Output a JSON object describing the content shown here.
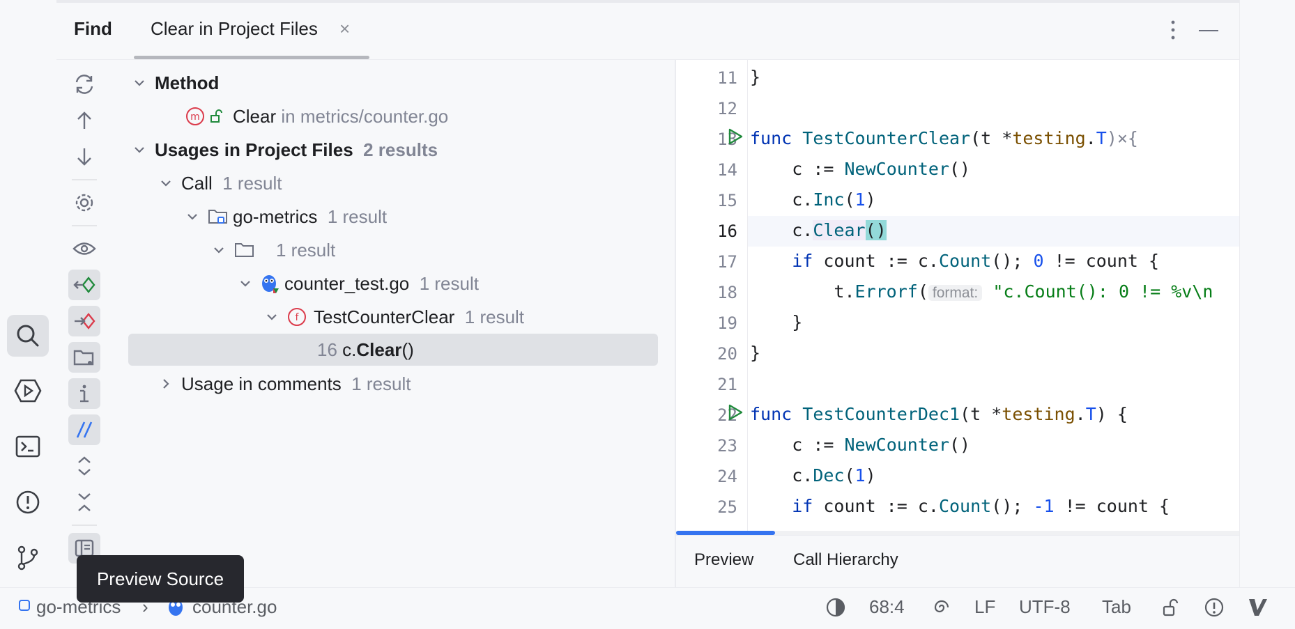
{
  "header": {
    "panel_label": "Find",
    "tab_title": "Clear in Project Files",
    "tab_close": "×"
  },
  "tree": {
    "method_group": "Method",
    "method_name": "Clear",
    "method_location": "in metrics/counter.go",
    "usages_group": "Usages in Project Files",
    "usages_count": "2 results",
    "call_label": "Call",
    "call_count": "1 result",
    "module_name": "go-metrics",
    "module_count": "1 result",
    "folder_count": "1 result",
    "file_name": "counter_test.go",
    "file_count": "1 result",
    "func_name": "TestCounterClear",
    "func_count": "1 result",
    "usage_line_no": "16",
    "usage_prefix": "c.",
    "usage_match": "Clear",
    "usage_suffix": "()",
    "comments_label": "Usage in comments",
    "comments_count": "1 result"
  },
  "editor": {
    "line_numbers": [
      "11",
      "12",
      "13",
      "14",
      "15",
      "16",
      "17",
      "18",
      "19",
      "20",
      "21",
      "22",
      "23",
      "24",
      "25"
    ],
    "l11": "}",
    "l13_func": "func",
    "l13_name": "TestCounterClear",
    "l13_params_open": "(t *",
    "l13_type": "testing",
    "l13_dot": ".",
    "l13_T": "T",
    "l13_rest": ")×{",
    "l14_var": "c := ",
    "l14_call": "NewCounter",
    "l14_end": "()",
    "l15_c": "c.",
    "l15_call": "Inc",
    "l15_open": "(",
    "l15_num": "1",
    "l15_close": ")",
    "l16_c": "c.",
    "l16_call": "Clear",
    "l16_parens": "()",
    "l17_if": "if",
    "l17_a": " count := c.",
    "l17_call": "Count",
    "l17_b": "(); ",
    "l17_num": "0",
    "l17_c": " != count {",
    "l18_t": "t.",
    "l18_call": "Errorf",
    "l18_open": "(",
    "l18_hint": "format:",
    "l18_str": "\"c.Count(): 0 != %v\\n",
    "l19": "}",
    "l20": "}",
    "l22_func": "func",
    "l22_name": "TestCounterDec1",
    "l22_params_open": "(t *",
    "l22_type": "testing",
    "l22_dot": ".",
    "l22_T": "T",
    "l22_rest": ") {",
    "l23_var": "c := ",
    "l23_call": "NewCounter",
    "l23_end": "()",
    "l24_c": "c.",
    "l24_call": "Dec",
    "l24_open": "(",
    "l24_num": "1",
    "l24_close": ")",
    "l25_if": "if",
    "l25_a": " count := c.",
    "l25_call": "Count",
    "l25_b": "(); ",
    "l25_num": "-1",
    "l25_c": " != count {"
  },
  "bottom_tabs": {
    "preview": "Preview",
    "call_hierarchy": "Call Hierarchy"
  },
  "tooltip": "Preview Source",
  "status": {
    "project": "go-metrics",
    "separator": "›",
    "file": "counter.go",
    "position": "68:4",
    "line_ending": "LF",
    "encoding": "UTF-8",
    "indent": "Tab"
  },
  "colors": {
    "accent": "#3574f0",
    "keyword": "#0033b3",
    "function": "#00627a",
    "type": "#7a4f00",
    "string": "#067d17",
    "run_green": "#208a3c",
    "method_red": "#db3b4b"
  }
}
